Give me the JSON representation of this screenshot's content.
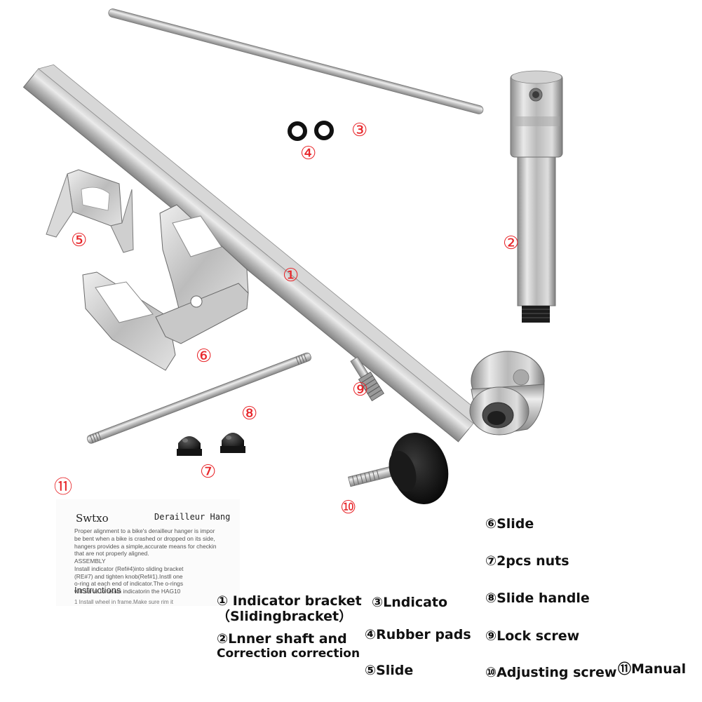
{
  "callouts": {
    "n1": "①",
    "n2": "②",
    "n3": "③",
    "n4": "④",
    "n5": "⑤",
    "n6": "⑥",
    "n7": "⑦",
    "n8": "⑧",
    "n9": "⑨",
    "n10": "⑩",
    "n11": "⑪"
  },
  "manual": {
    "brand": "Swtxo",
    "title": "Derailleur Hang",
    "body": "Proper alignment to a bike's derailleur hanger is impor\nbe bent when a bike is crashed or dropped on its side,\nhangers provides a simple,accurate means for checkin\nthat are not properly aligned.\nASSEMBLY\nInstall indicator (Ref#4)into sliding bracket\n(RE#7) and tighten knob(Ref#1).Instll one\no-ring at each end of indicator.The o-rings\nwill serve to retain indicatorin the HAG10",
    "instructions": "Instructions",
    "last_line": "1  Install wheel in frame.Make sure rim it"
  },
  "legend": {
    "item1_line1": "① Indicator bracket",
    "item1_line2": "（Slidingbracket）",
    "item2_line1": "②Lnner shaft and",
    "item2_line2": "Correction correction",
    "item3": "③Lndicato",
    "item4": "④Rubber pads",
    "item5": "⑤Slide",
    "item6": "⑥Slide",
    "item7": "⑦2pcs nuts",
    "item8": "⑧Slide handle",
    "item9": "⑨Lock screw",
    "item10": "⑩Adjusting screw",
    "item11": "⑪Manual"
  },
  "colors": {
    "callout": "#e8262a",
    "metal": "#c8c8c8",
    "black_part": "#151515"
  }
}
